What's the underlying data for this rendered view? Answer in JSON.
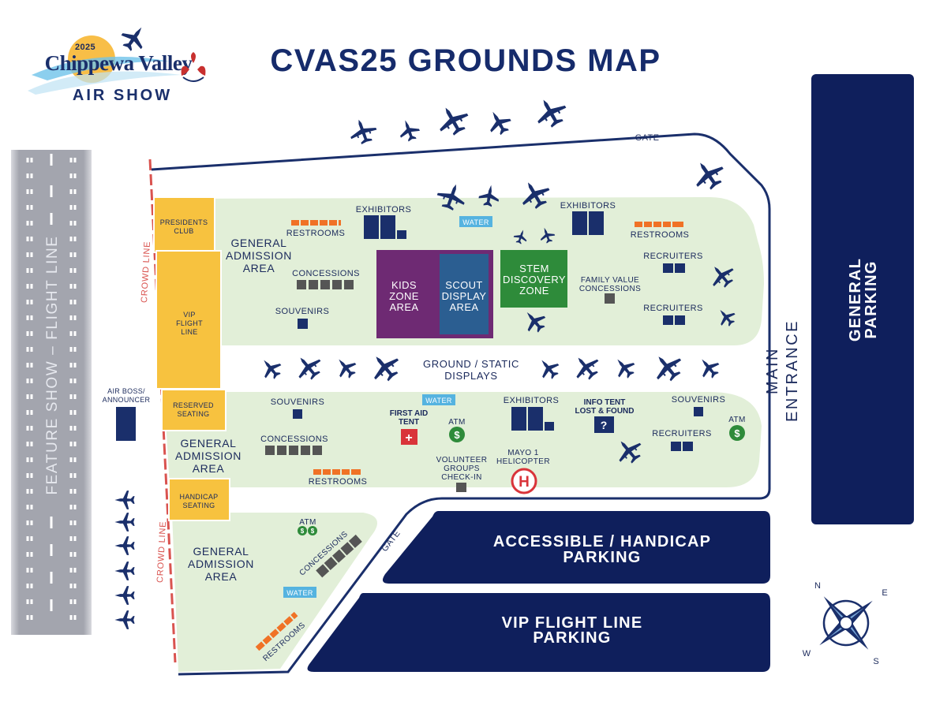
{
  "title": "CVAS25 GROUNDS MAP",
  "logo": {
    "year": "2025",
    "name": "Chippewa Valley",
    "subtitle": "AIR SHOW",
    "icon": "jet-logo-icon"
  },
  "runway": {
    "label": "FEATURE SHOW – FLIGHT LINE"
  },
  "crowd_line": "CROWD LINE",
  "gate": "GATE",
  "main_entrance": [
    "MAIN",
    "ENTRANCE"
  ],
  "parking": {
    "general": [
      "GENERAL",
      "PARKING"
    ],
    "accessible": [
      "ACCESSIBLE / HANDICAP",
      "PARKING"
    ],
    "vip": [
      "VIP FLIGHT LINE",
      "PARKING"
    ]
  },
  "ground_displays": [
    "GROUND / STATIC",
    "DISPLAYS"
  ],
  "seating": {
    "presidents_club": [
      "PRESIDENTS",
      "CLUB"
    ],
    "vip_flight_line": [
      "VIP",
      "FLIGHT",
      "LINE"
    ],
    "reserved": [
      "RESERVED",
      "SEATING"
    ],
    "handicap": [
      "HANDICAP",
      "SEATING"
    ]
  },
  "air_boss": [
    "AIR BOSS/",
    "ANNOUNCER"
  ],
  "areas": {
    "general_admission": [
      "GENERAL",
      "ADMISSION",
      "AREA"
    ],
    "kids_zone": [
      "KIDS",
      "ZONE",
      "AREA"
    ],
    "scout_display": [
      "SCOUT",
      "DISPLAY",
      "AREA"
    ],
    "stem_discovery": [
      "STEM",
      "DISCOVERY",
      "ZONE"
    ]
  },
  "labels": {
    "exhibitors": "EXHIBITORS",
    "restrooms": "RESTROOMS",
    "water": "WATER",
    "concessions": "CONCESSIONS",
    "souvenirs": "SOUVENIRS",
    "recruiters": "RECRUITERS",
    "family_value_concessions": [
      "FAMILY VALUE",
      "CONCESSIONS"
    ],
    "first_aid_tent": [
      "FIRST AID",
      "TENT"
    ],
    "atm": "ATM",
    "info_tent": [
      "INFO TENT",
      "LOST & FOUND"
    ],
    "volunteer_checkin": [
      "VOLUNTEER",
      "GROUPS",
      "CHECK-IN"
    ],
    "mayo_helicopter": [
      "MAYO 1",
      "HELICOPTER"
    ],
    "helipad_letter": "H",
    "info_mark": "?",
    "atm_mark": "$",
    "first_aid_mark": "+"
  },
  "compass": {
    "n": "N",
    "e": "E",
    "s": "S",
    "w": "W"
  },
  "icons": [
    "jet-icon",
    "compass-icon",
    "first-aid-icon",
    "atm-icon",
    "helipad-icon",
    "info-icon"
  ],
  "colors": {
    "navy": "#162b6b",
    "parking_navy": "#0f1f5c",
    "grass": "#e2efd8",
    "seating": "#f7c23f",
    "restroom_orange": "#f07226",
    "water_blue": "#55b3e0",
    "kids_purple": "#6e2a73",
    "scout_blue": "#2b5e91",
    "stem_green": "#2e8b3a",
    "crowd_red": "#d9534f",
    "runway_gray": "#9a9ca6"
  }
}
